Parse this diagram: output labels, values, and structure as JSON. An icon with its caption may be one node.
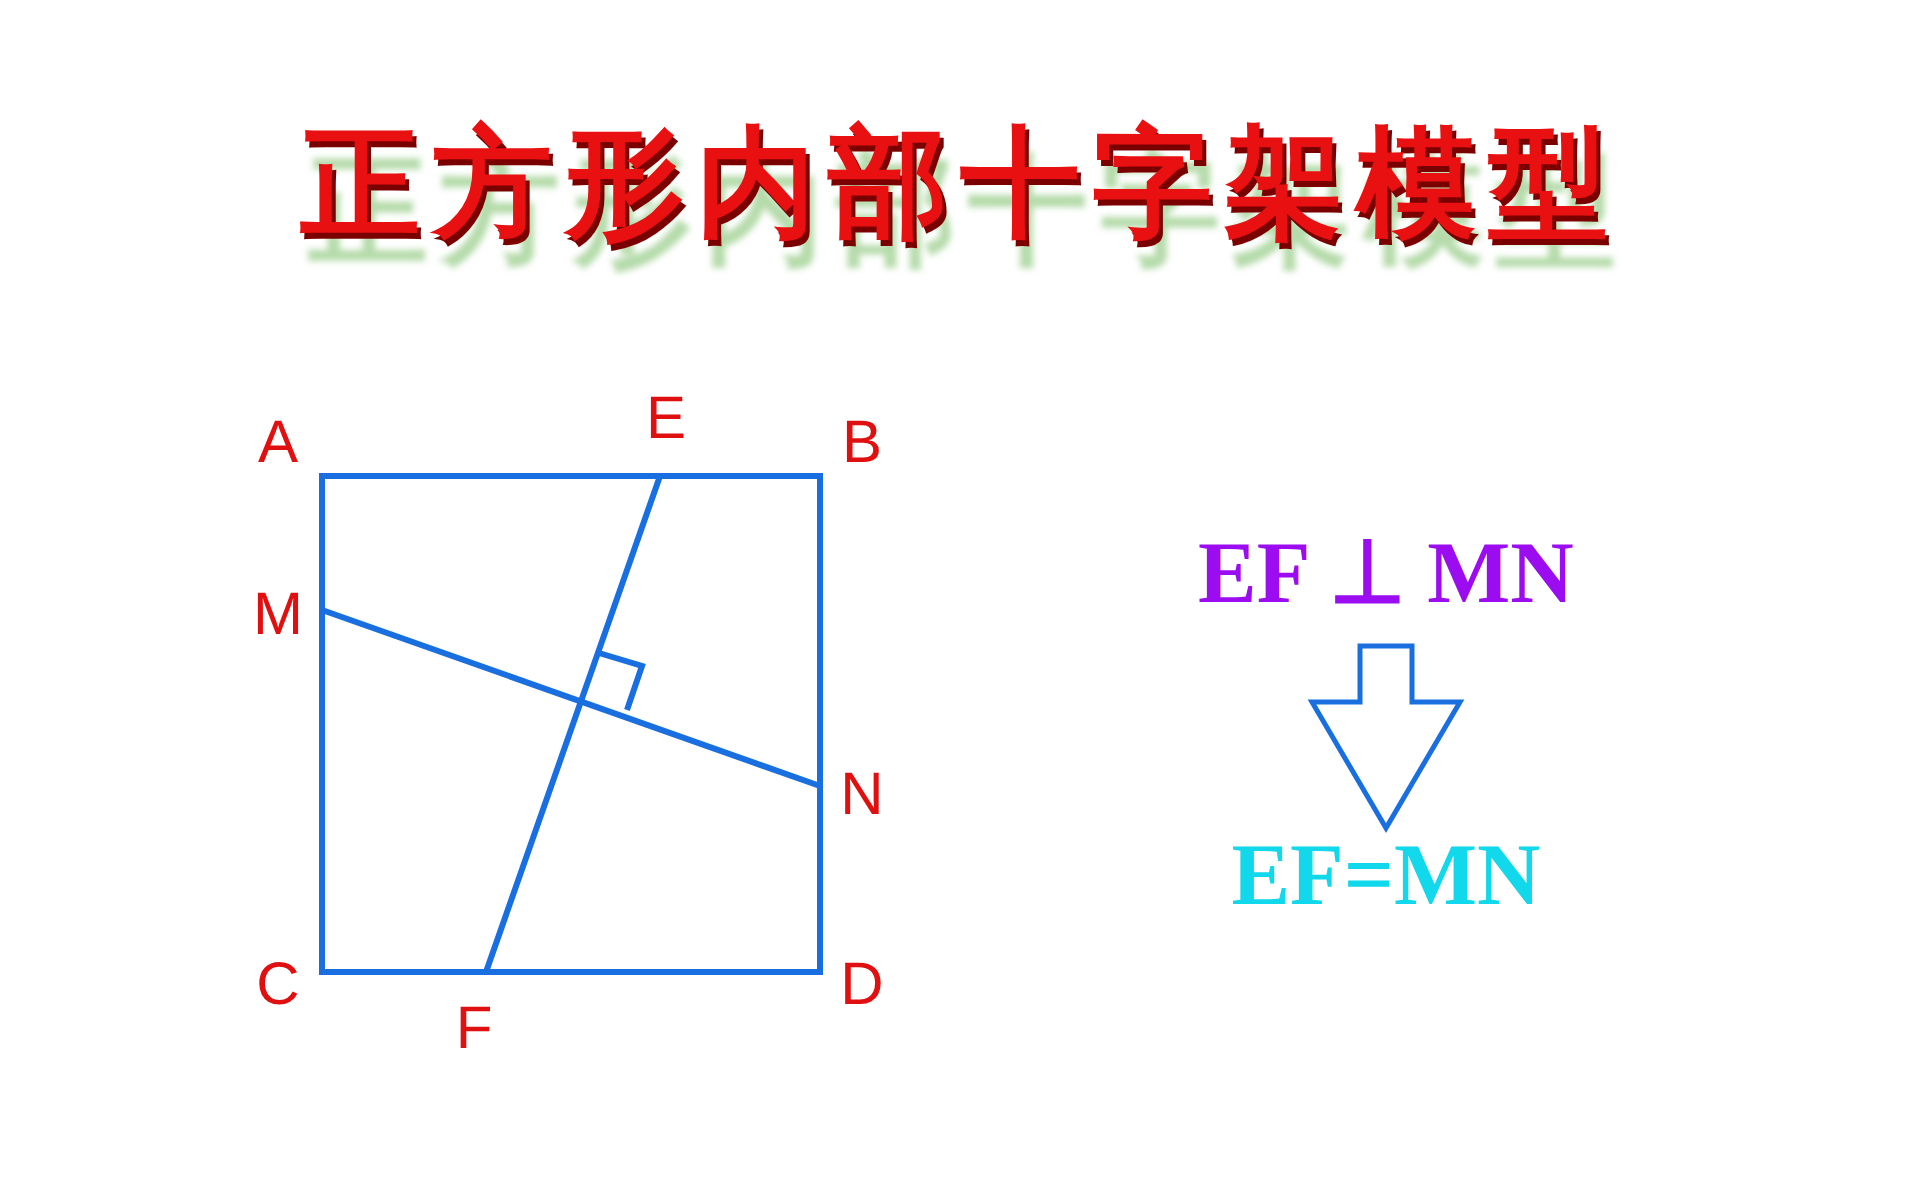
{
  "diagram": {
    "title": "正方形内部十字架模型",
    "nodes": [
      {
        "text": [
          "EF ⊥ MN"
        ]
      },
      {
        "text": [
          "EF=MN"
        ]
      }
    ],
    "edges": [
      {
        "from": 0,
        "to": 1,
        "arrow": "to"
      }
    ],
    "labels": [
      "A",
      "E",
      "B",
      "M",
      "N",
      "C",
      "F",
      "D"
    ]
  }
}
